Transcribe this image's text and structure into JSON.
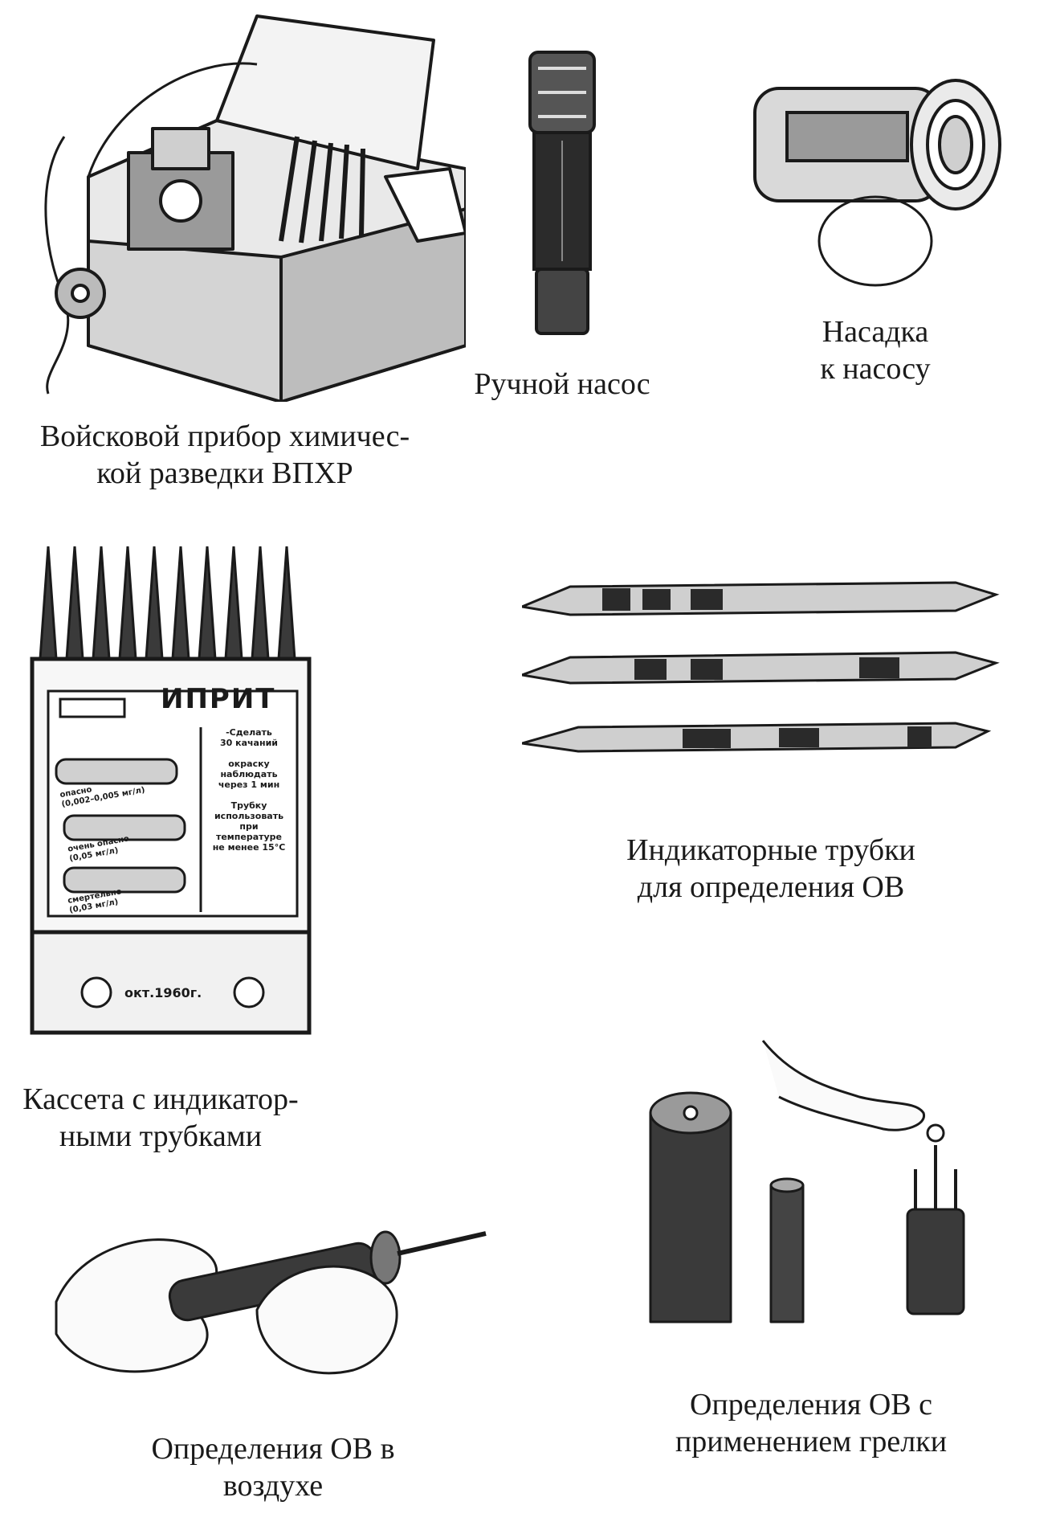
{
  "figures": {
    "vpkhr": {
      "caption": "Войсковой прибор химичес-\nкой разведки ВПХР"
    },
    "hand_pump": {
      "caption": "Ручной насос"
    },
    "nozzle": {
      "caption": "Насадка\nк насосу"
    },
    "cassette": {
      "caption": "Кассета с индикатор-\nными трубками",
      "label": "ИПРИТ",
      "right_text": "-Сделать\n30 качаний\n\nокраску\nнаблюдать\nчерез 1 мин\n\nТрубку\nиспользовать\nпри\nтемпературе\nне менее 15°С",
      "tube_notes": [
        "опасно\n(0,002–0,005 мг/л)",
        "очень опасно\n(0,05 мг/л)",
        "смертельно\n(0,03 мг/л)"
      ],
      "date": "окт.1960г."
    },
    "indicator_tubes": {
      "caption": "Индикаторные трубки\nдля определения ОВ"
    },
    "air_detection": {
      "caption": "Определения ОВ в\nвоздухе"
    },
    "heater_detection": {
      "caption": "Определения ОВ с\nприменением грелки"
    }
  }
}
